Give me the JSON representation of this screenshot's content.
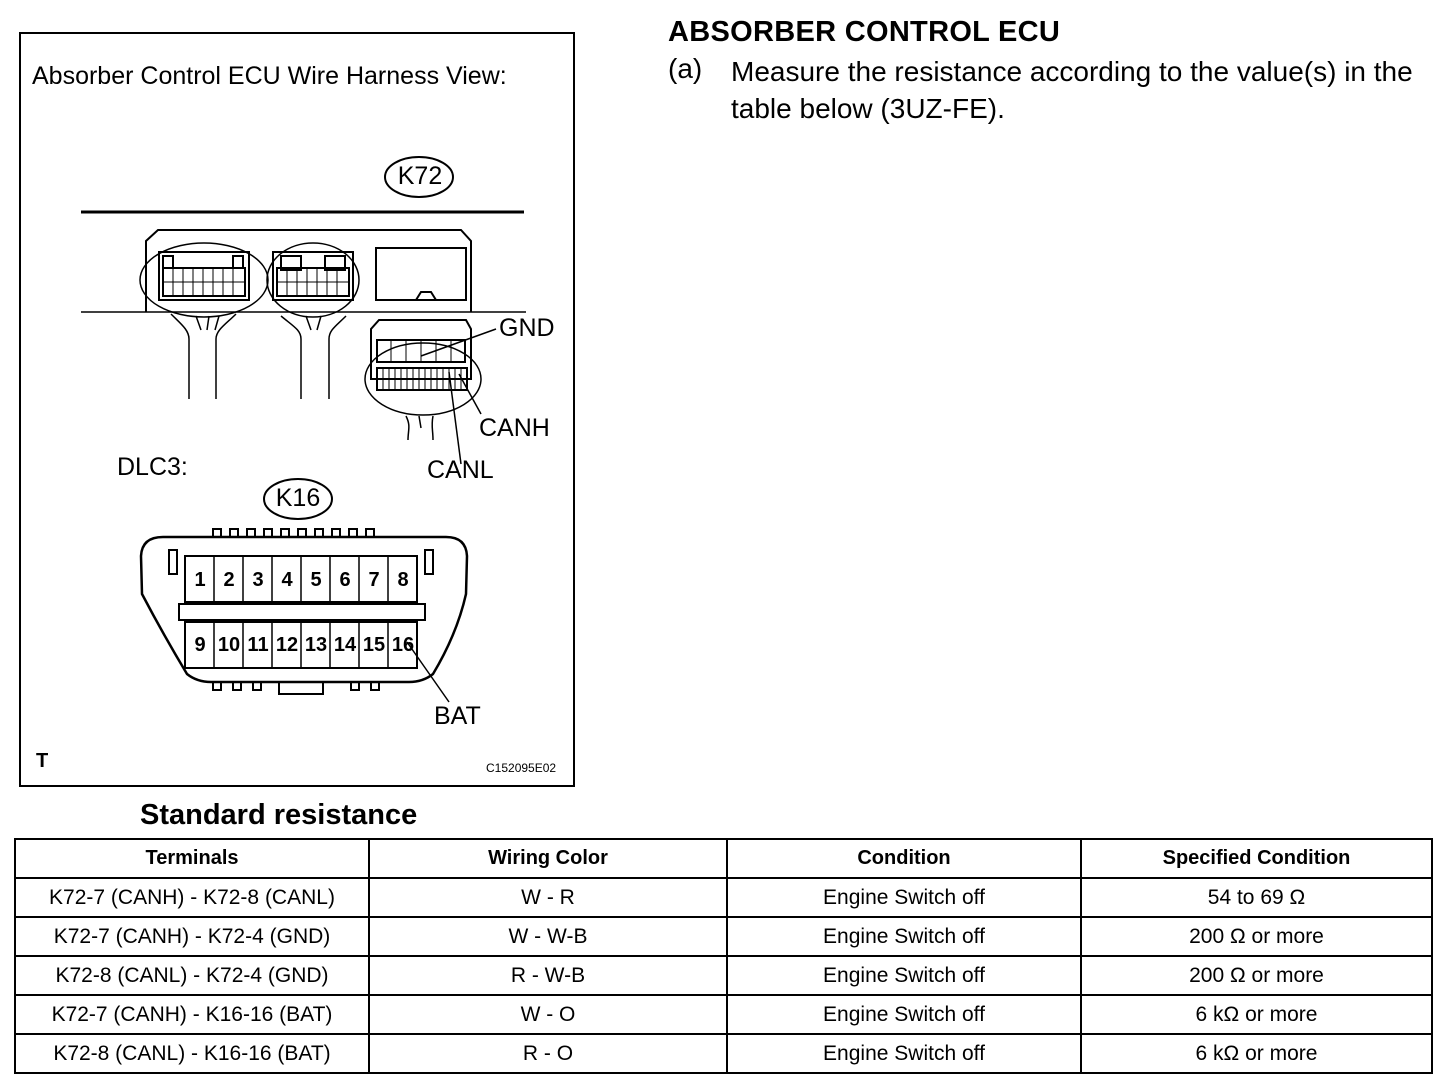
{
  "figure": {
    "title": "Absorber Control ECU Wire Harness View:",
    "connector_k72": "K72",
    "connector_k16": "K16",
    "dlc_label": "DLC3:",
    "gnd_label": "GND",
    "canh_label": "CANH",
    "canl_label": "CANL",
    "bat_label": "BAT",
    "corner_mark": "T",
    "figure_code": "C152095E02",
    "dlc_pins_top": [
      "1",
      "2",
      "3",
      "4",
      "5",
      "6",
      "7",
      "8"
    ],
    "dlc_pins_bottom": [
      "9",
      "10",
      "11",
      "12",
      "13",
      "14",
      "15",
      "16"
    ]
  },
  "instructions": {
    "heading": "ABSORBER CONTROL ECU",
    "step_label": "(a)",
    "step_text": "Measure the resistance according to the value(s) in the table below (3UZ-FE)."
  },
  "table": {
    "title": "Standard resistance",
    "headers": [
      "Terminals",
      "Wiring Color",
      "Condition",
      "Specified Condition"
    ],
    "rows": [
      [
        "K72-7 (CANH) - K72-8 (CANL)",
        "W - R",
        "Engine Switch off",
        "54 to 69 Ω"
      ],
      [
        "K72-7 (CANH) - K72-4 (GND)",
        "W - W-B",
        "Engine Switch off",
        "200 Ω or more"
      ],
      [
        "K72-8 (CANL) - K72-4 (GND)",
        "R - W-B",
        "Engine Switch off",
        "200 Ω or more"
      ],
      [
        "K72-7 (CANH) - K16-16 (BAT)",
        "W - O",
        "Engine Switch off",
        "6 kΩ or more"
      ],
      [
        "K72-8 (CANL) - K16-16 (BAT)",
        "R - O",
        "Engine Switch off",
        "6 kΩ or more"
      ]
    ]
  }
}
